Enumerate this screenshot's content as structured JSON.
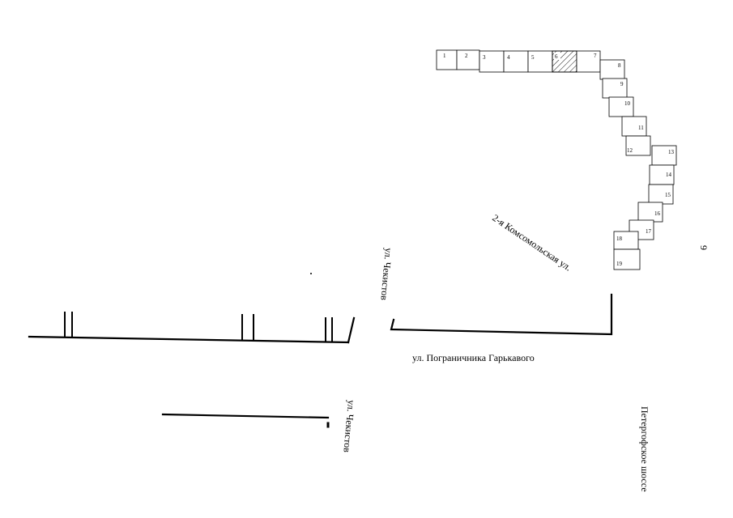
{
  "map": {
    "streets": {
      "chekistov_north": "ул. Чекистов",
      "chekistov_south": "ул. Чекистов",
      "komsomolskaya": "2-я Комсомольская ул.",
      "garkavogo": "ул. Пограничника Гарькавого",
      "petergofskoe": "Петергофское шоссе"
    },
    "page_number": "9",
    "buildings": [
      "1",
      "2",
      "3",
      "4",
      "5",
      "6",
      "7",
      "8",
      "9",
      "10",
      "11",
      "12",
      "13",
      "14",
      "15",
      "16",
      "17",
      "18",
      "19"
    ],
    "highlighted_building": "6",
    "colors": {
      "ink": "#000000",
      "paper": "#ffffff"
    }
  }
}
